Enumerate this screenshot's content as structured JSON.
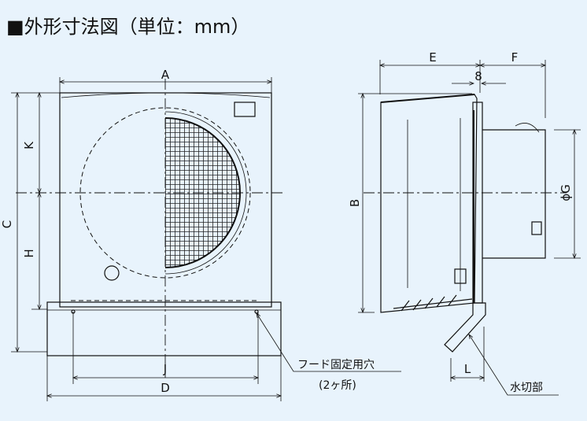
{
  "title": "■外形寸法図（単位：mm）",
  "dimensions": {
    "A": "A",
    "B": "B",
    "C": "C",
    "D": "D",
    "E": "E",
    "F": "F",
    "G": "ϕG",
    "H": "H",
    "J": "J",
    "K": "K",
    "L": "L",
    "gap": "8"
  },
  "notes": {
    "hood_hole": "フード固定用穴",
    "hood_hole_count": "(2ヶ所)",
    "drip": "水切部"
  }
}
